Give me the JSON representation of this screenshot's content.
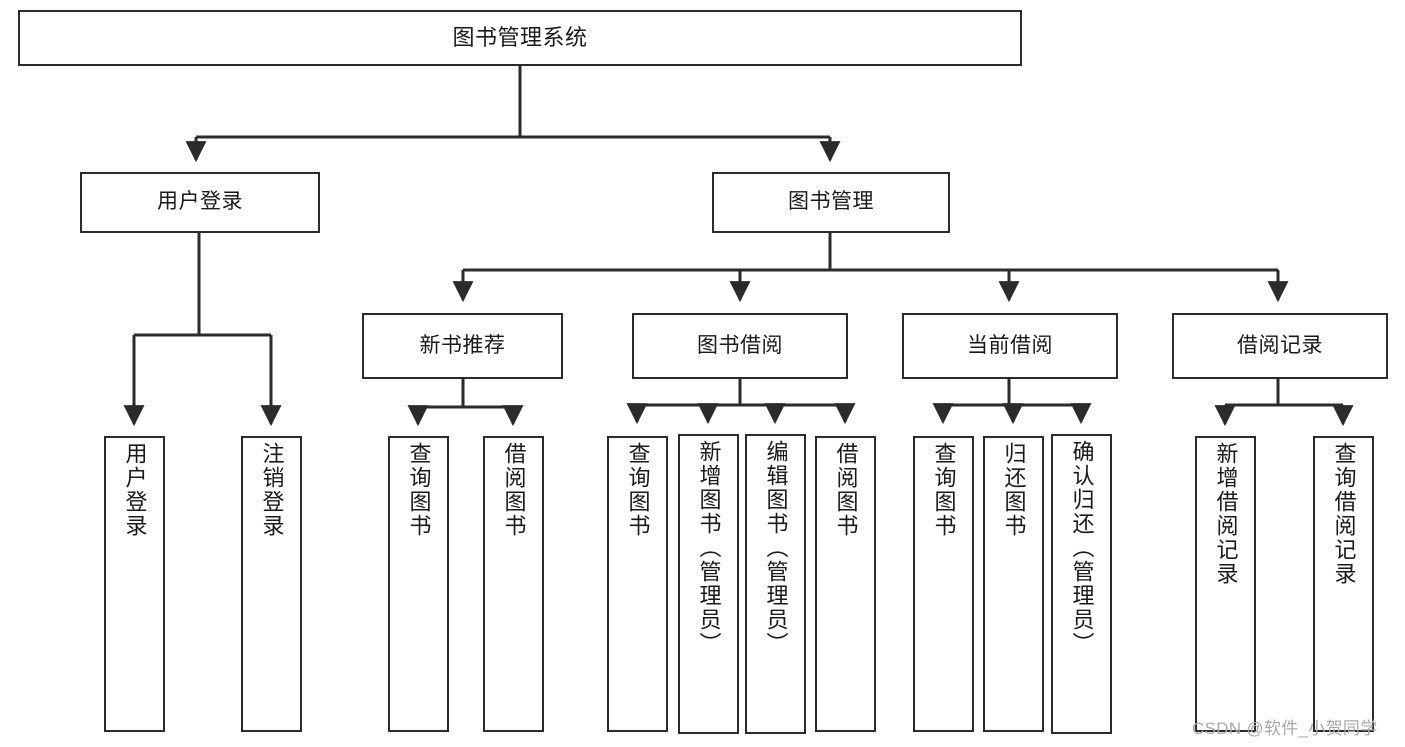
{
  "diagram": {
    "type": "tree-hierarchy-chart",
    "title": "图书管理系统",
    "watermark": "CSDN @软件_小贺同学",
    "colors": {
      "stroke": "#2b2b2b",
      "fill": "#ffffff",
      "text": "#1a1a1a",
      "watermark": "#a8a8a8"
    },
    "nodes": {
      "root": {
        "label": "图书管理系统"
      },
      "level2": [
        {
          "label": "用户登录"
        },
        {
          "label": "图书管理"
        }
      ],
      "level3": [
        {
          "label": "新书推荐"
        },
        {
          "label": "图书借阅"
        },
        {
          "label": "当前借阅"
        },
        {
          "label": "借阅记录"
        }
      ],
      "leaves_user_login": [
        {
          "label": "用户登录"
        },
        {
          "label": "注销登录"
        }
      ],
      "leaves_new_book": [
        {
          "label": "查询图书"
        },
        {
          "label": "借阅图书"
        }
      ],
      "leaves_borrow": [
        {
          "label": "查询图书"
        },
        {
          "label": "新增图书（管理员）"
        },
        {
          "label": "编辑图书（管理员）"
        },
        {
          "label": "借阅图书"
        }
      ],
      "leaves_current": [
        {
          "label": "查询图书"
        },
        {
          "label": "归还图书"
        },
        {
          "label": "确认归还（管理员）"
        }
      ],
      "leaves_records": [
        {
          "label": "新增借阅记录"
        },
        {
          "label": "查询借阅记录"
        }
      ]
    }
  }
}
